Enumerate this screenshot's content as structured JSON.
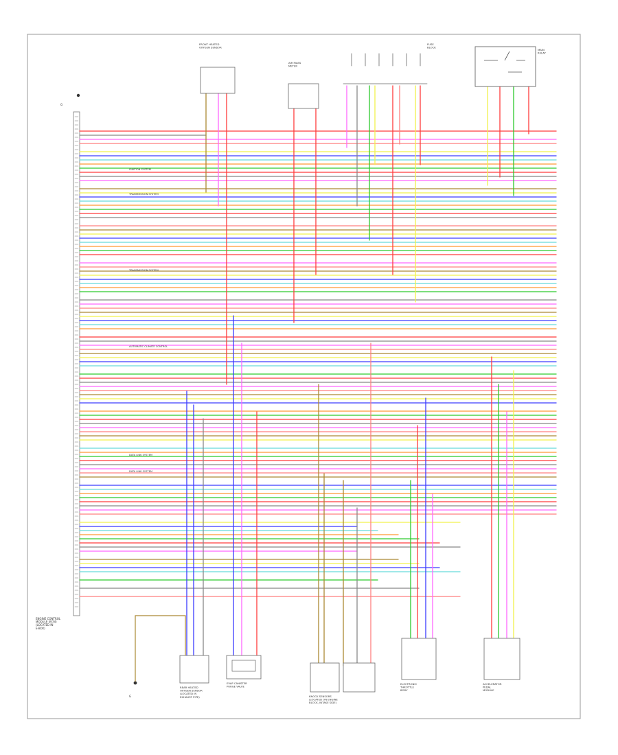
{
  "diagram": {
    "page_number": "",
    "ecm_title": "ENGINE CONTROL\nMODULE (ECM)\n(LOCATED IN\nE-BOX)",
    "ground_top": "G",
    "ground_bottom": "G",
    "components": [
      {
        "id": "front-o2",
        "label": "FRONT HEATED\nOXYGEN SENSOR"
      },
      {
        "id": "air-mass",
        "label": "AIR MASS\nMETER"
      },
      {
        "id": "fuse-block",
        "label": "FUSE\nBLOCK"
      },
      {
        "id": "main-relay",
        "label": "MAIN\nRELAY"
      },
      {
        "id": "rear-o2",
        "label": "REAR HEATED\nOXYGEN SENSOR\n(LOCATED IN\nEXHAUST PIPE)"
      },
      {
        "id": "evap-valve",
        "label": "EVAP CANISTER\nPURGE VALVE"
      },
      {
        "id": "knock-sensors",
        "label": "KNOCK SENSORS\n(LOCATED ON ENGINE\nBLOCK, INTAKE SIDE)"
      },
      {
        "id": "throttle-body",
        "label": "ELECTRONIC\nTHROTTLE\nBODY"
      },
      {
        "id": "pedal-module",
        "label": "ACCELERATOR\nPEDAL\nMODULE"
      }
    ],
    "side_notes": [
      "IGNITION SYSTEM",
      "TRANSMISSION SYSTEM",
      "TRANSMISSION SYSTEM",
      "AUTOMATIC CLIMATE CONTROL",
      "DATA LINK SYSTEM",
      "DATA LINK SYSTEM"
    ],
    "wire_colors": [
      "#ff3b3b",
      "#ff7f7f",
      "#3b3bff",
      "#2cc92c",
      "#ff66ff",
      "#f2f24c",
      "#ff9933",
      "#888888",
      "#aa8833",
      "#66d9d9"
    ]
  }
}
